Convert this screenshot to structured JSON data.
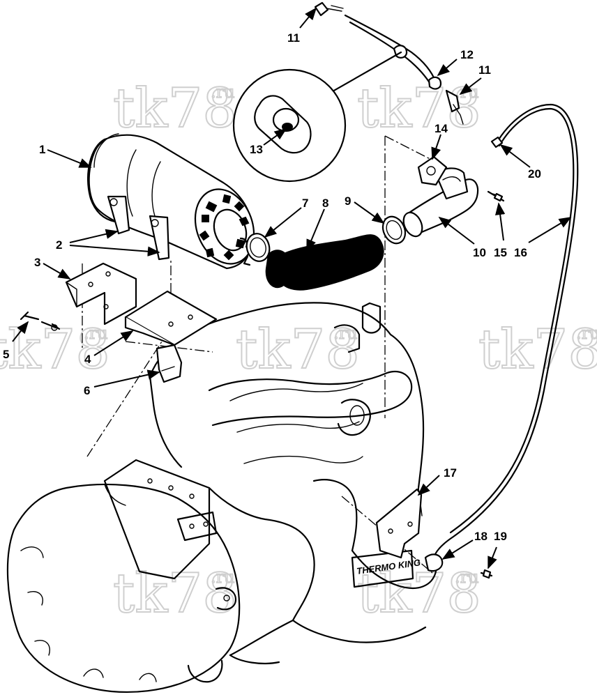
{
  "watermarks": [
    {
      "main": "tk78",
      "sup": ".ru"
    },
    {
      "main": "tk78",
      "sup": ".ru"
    },
    {
      "main": "tk78",
      "sup": ".ru"
    },
    {
      "main": "tk78",
      "sup": ".ru"
    },
    {
      "main": "tk78",
      "sup": ".ru"
    },
    {
      "main": "tk78",
      "sup": ".ru"
    },
    {
      "main": "tk78",
      "sup": ".ru"
    }
  ],
  "engine_plate_text": "THERMO KING",
  "callouts": [
    {
      "label": "1"
    },
    {
      "label": "2"
    },
    {
      "label": "3"
    },
    {
      "label": "4"
    },
    {
      "label": "5"
    },
    {
      "label": "6"
    },
    {
      "label": "7"
    },
    {
      "label": "8"
    },
    {
      "label": "9"
    },
    {
      "label": "10"
    },
    {
      "label": "11"
    },
    {
      "label": "11"
    },
    {
      "label": "12"
    },
    {
      "label": "13"
    },
    {
      "label": "14"
    },
    {
      "label": "15"
    },
    {
      "label": "16"
    },
    {
      "label": "17"
    },
    {
      "label": "18"
    },
    {
      "label": "19"
    },
    {
      "label": "20"
    }
  ]
}
